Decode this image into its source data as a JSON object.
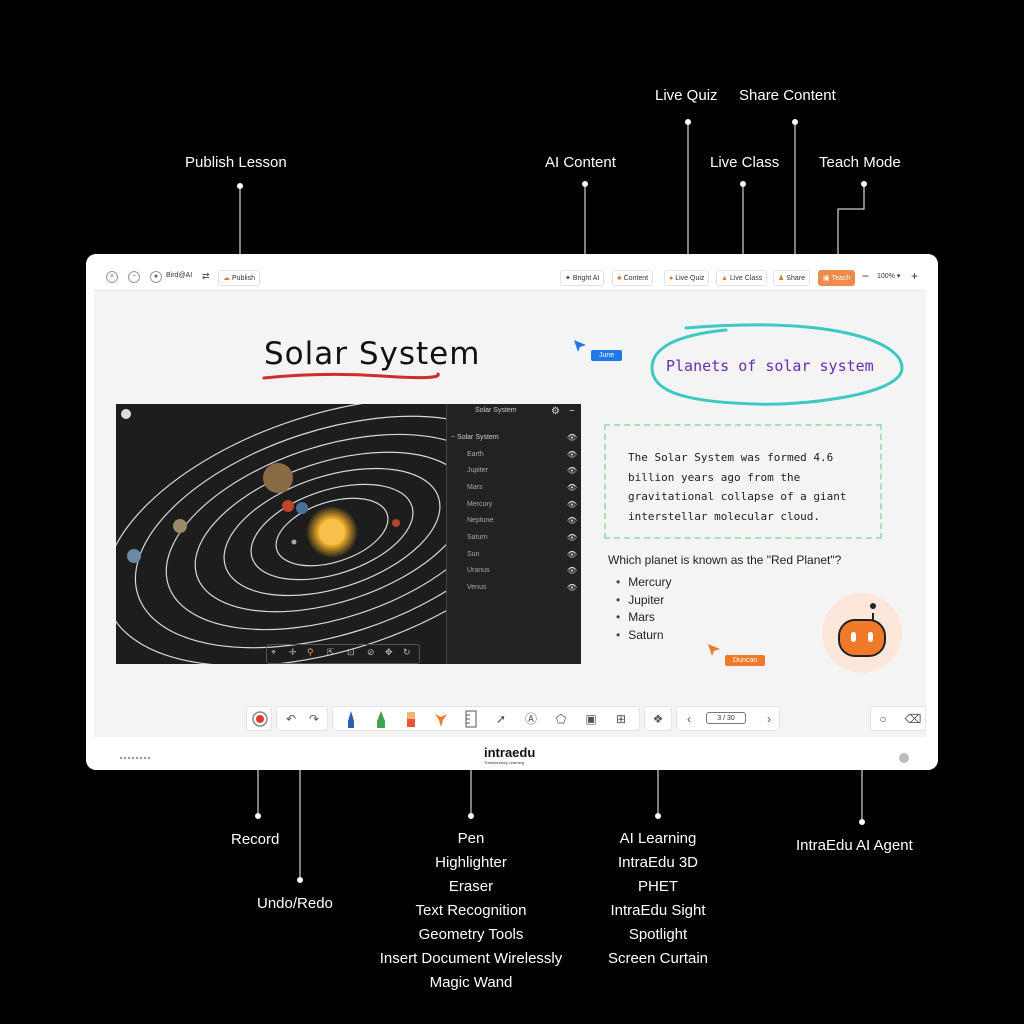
{
  "callouts": {
    "publish_lesson": "Publish Lesson",
    "ai_content": "AI Content",
    "live_quiz": "Live Quiz",
    "share_content": "Share Content",
    "live_class": "Live Class",
    "teach_mode": "Teach Mode",
    "record": "Record",
    "undo_redo": "Undo/Redo",
    "pen_group": [
      "Pen",
      "Highlighter",
      "Eraser",
      "Text Recognition",
      "Geometry Tools",
      "Insert Document Wirelessly",
      "Magic Wand"
    ],
    "ai_group": [
      "AI Learning",
      "IntraEdu 3D",
      "PHET",
      "IntraEdu Sight",
      "Spotlight",
      "Screen Curtain"
    ],
    "ai_agent": "IntraEdu AI Agent"
  },
  "topbar": {
    "user": "Bird@AI",
    "publish": "Publish",
    "bright_ai": "Bright AI",
    "content": "Content",
    "live_quiz": "Live Quiz",
    "live_class": "Live Class",
    "share": "Share",
    "teach": "Teach",
    "zoom": "100%"
  },
  "canvas": {
    "title": "Solar System",
    "bubble": "Planets of solar system",
    "cursor_june": "June",
    "cursor_duncan": "Duncan",
    "facts": "The Solar System was formed 4.6 billion years ago from the gravitational collapse of a giant interstellar molecular cloud.",
    "question": "Which planet is known as the \"Red Planet\"?",
    "options": [
      "Mercury",
      "Jupiter",
      "Mars",
      "Saturn"
    ]
  },
  "solar_panel": {
    "title": "Solar System",
    "root": "Solar System",
    "items": [
      "Earth",
      "Jupiter",
      "Mars",
      "Mercury",
      "Neptune",
      "Saturn",
      "Sun",
      "Uranus",
      "Venus"
    ]
  },
  "toolbar": {
    "page": "3 / 30"
  },
  "brand": {
    "logo": "intraedu",
    "tagline": "Transforming Learning"
  },
  "colors": {
    "accent": "#f08a4b",
    "bubble_ring": "#3cc9c2",
    "bubble_text": "#6a2bb5",
    "cursor_blue": "#1e78e6",
    "cursor_orange": "#f07a2a",
    "dashed_border": "#a6e0b6"
  }
}
